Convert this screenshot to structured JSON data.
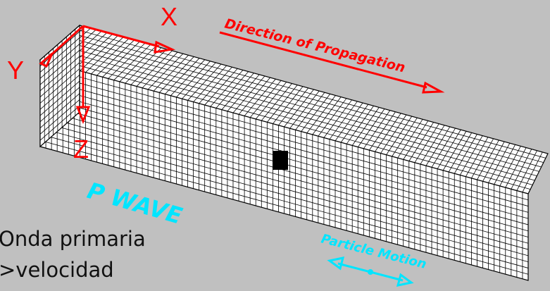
{
  "diagram": {
    "axes": {
      "x_label": "X",
      "y_label": "Y",
      "z_label": "Z"
    },
    "direction_label": "Direction of Propagation",
    "wave_label": "P WAVE",
    "motion_label": "Particle Motion",
    "caption_line1": "Onda primaria",
    "caption_line2": ">velocidad",
    "colors": {
      "background": "#c0c0c0",
      "axis": "#ff0000",
      "wave_label": "#00e5ff",
      "grid_line": "#000000",
      "grid_face": "#ffffff",
      "particle": "#000000"
    }
  }
}
